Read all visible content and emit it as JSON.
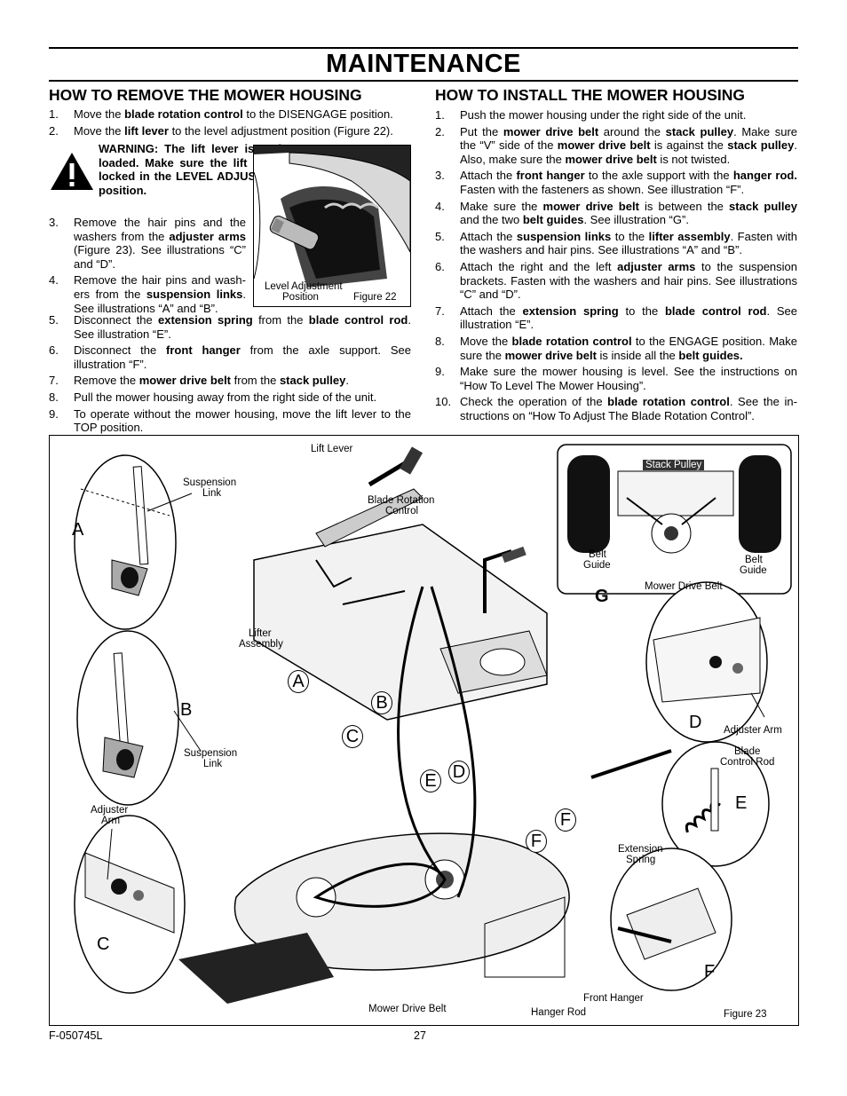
{
  "title": "MAINTENANCE",
  "remove": {
    "heading": "HOW TO REMOVE THE MOWER HOUSING",
    "steps": [
      {
        "n": "1.",
        "html": "Move the <b>blade rotation control</b> to the DISENGAGE position."
      },
      {
        "n": "2.",
        "html": "Move the <b>lift lever</b> to the level adjustment position (Figure 22)."
      },
      {
        "n": "3.",
        "html": "Remove the hair pins and the washers from the <b>adjuster arms</b> (Figure 23). See illustra­tions “C” and “D”."
      },
      {
        "n": "4.",
        "html": "Remove the hair pins and wash­ers from the <b>suspension links</b>. See illustrations “A” and “B”."
      },
      {
        "n": "5.",
        "html": "Disconnect the <b>extension spring</b> from the <b>blade control rod</b>. See illustration “E”."
      },
      {
        "n": "6.",
        "html": "Disconnect the <b>front hanger</b> from the axle support. See illustration “F”."
      },
      {
        "n": "7.",
        "html": "Remove the <b>mower drive belt</b> from the <b>stack pulley</b>."
      },
      {
        "n": "8.",
        "html": "Pull the mower housing away from the right side of the unit."
      },
      {
        "n": "9.",
        "html": "To operate without the mower housing, move the lift lever to the TOP position."
      }
    ],
    "warning": "WARNING: The lift lever is spring loaded. Make sure the lift lever is locked in the LEVEL ADJUST­MENT position."
  },
  "install": {
    "heading": "HOW TO INSTALL THE MOWER HOUSING",
    "steps": [
      {
        "n": "1.",
        "html": "Push the mower housing under the right side of the unit."
      },
      {
        "n": "2.",
        "html": "Put the <b>mower drive belt</b> around the <b>stack pulley</b>. Make sure the “V” side of the <b>mower drive belt</b> is against the <b>stack pulley</b>. Also, make sure the <b>mower drive belt</b> is not twisted."
      },
      {
        "n": "3.",
        "html": "Attach the <b>front hanger</b> to the axle support with the <b>hanger rod.</b> Fasten with the fasteners as shown. See illustration “F”."
      },
      {
        "n": "4.",
        "html": "Make sure the <b>mower drive belt</b> is between the <b>stack pulley</b> and the two <b>belt guides</b>. See illustration “G”."
      },
      {
        "n": "5.",
        "html": "Attach the <b>suspension links</b> to the <b>lifter assembly</b>. Fasten with the washers and hair pins. See illustrations “A” and “B”."
      },
      {
        "n": "6.",
        "html": "Attach the right and the left <b>adjuster arms</b> to the suspension brackets. Fasten with the washers and hair pins. See illustra­tions “C” and “D”."
      },
      {
        "n": "7.",
        "html": "Attach the <b>extension spring</b> to the <b>blade control rod</b>. See illustration “E”."
      },
      {
        "n": "8.",
        "html": "Move the <b>blade rotation control</b> to the ENGAGE position. Make sure the <b>mower drive belt</b> is inside all the <b>belt guides.</b>"
      },
      {
        "n": "9.",
        "html": "Make sure the mower housing is level. See the instructions on “How To Level The Mower Housing”."
      },
      {
        "n": "10.",
        "html": "Check the operation of the <b>blade rotation control</b>. See the in­structions on “How To Adjust The Blade Rotation Control”."
      }
    ]
  },
  "figure22": {
    "label1": "Level Adjustment",
    "label2": "Position",
    "caption": "Figure 22"
  },
  "figure23": {
    "caption": "Figure 23",
    "labels": {
      "lift_lever": "Lift Lever",
      "suspension_link_1a": "Suspension",
      "suspension_link_1b": "Link",
      "blade_rotation_a": "Blade Rotation",
      "blade_rotation_b": "Control",
      "lifter_a": "Lifter",
      "lifter_b": "Assembly",
      "suspension_link_2a": "Suspension",
      "suspension_link_2b": "Link",
      "adjuster_arm_1a": "Adjuster",
      "adjuster_arm_1b": "Arm",
      "stack_pulley": "Stack Pulley",
      "belt_guide_1a": "Belt",
      "belt_guide_1b": "Guide",
      "belt_guide_2a": "Belt",
      "belt_guide_2b": "Guide",
      "mower_drive_belt_top": "Mower Drive Belt",
      "adjuster_arm_2": "Adjuster Arm",
      "blade_control_a": "Blade",
      "blade_control_b": "Control Rod",
      "extension_a": "Extension",
      "extension_b": "Spring",
      "front_hanger": "Front Hanger",
      "hanger_rod": "Hanger Rod",
      "mower_drive_belt_bottom": "Mower Drive Belt"
    },
    "letters": {
      "A": "A",
      "B": "B",
      "C": "C",
      "D": "D",
      "E": "E",
      "F": "F",
      "G": "G"
    }
  },
  "footer": {
    "code": "F-050745L",
    "page": "27"
  }
}
